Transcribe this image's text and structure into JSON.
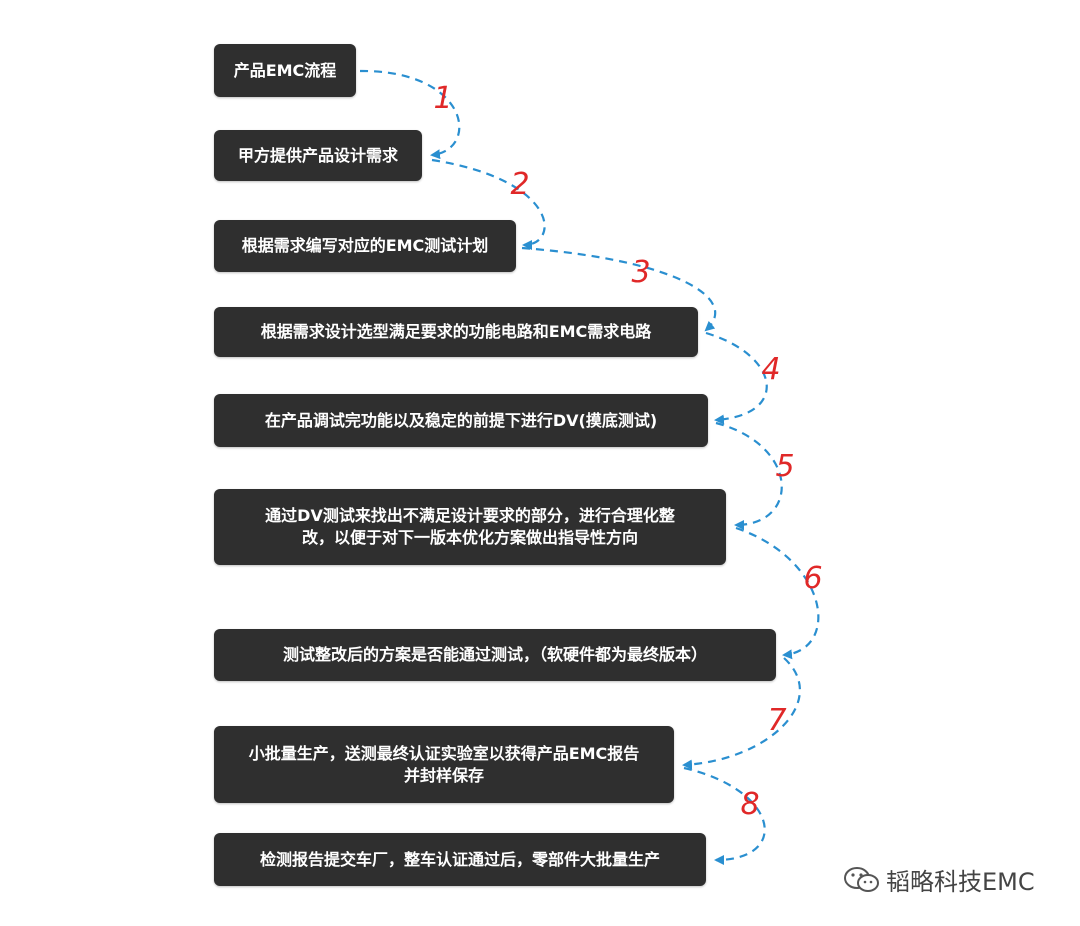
{
  "steps": [
    {
      "line1": "产品EMC流程",
      "line2": ""
    },
    {
      "line1": "甲方提供产品设计需求",
      "line2": ""
    },
    {
      "line1": "根据需求编写对应的EMC测试计划",
      "line2": ""
    },
    {
      "line1": "根据需求设计选型满足要求的功能电路和EMC需求电路",
      "line2": ""
    },
    {
      "line1": "在产品调试完功能以及稳定的前提下进行DV(摸底测试)",
      "line2": ""
    },
    {
      "line1": "通过DV测试来找出不满足设计要求的部分，进行合理化整",
      "line2": "改，以便于对下一版本优化方案做出指导性方向"
    },
    {
      "line1": "测试整改后的方案是否能通过测试，（软硬件都为最终版本）",
      "line2": ""
    },
    {
      "line1": "小批量生产，送测最终认证实验室以获得产品EMC报告",
      "line2": "并封样保存"
    },
    {
      "line1": "检测报告提交车厂，整车认证通过后，零部件大批量生产",
      "line2": ""
    }
  ],
  "connector_labels": [
    "1",
    "2",
    "3",
    "4",
    "5",
    "6",
    "7",
    "8"
  ],
  "watermark": {
    "text": "韬略科技EMC",
    "icon": "wechat-icon"
  },
  "colors": {
    "box": "#2f2f2f",
    "arrow": "#2a8fd0",
    "number": "#e02828"
  }
}
